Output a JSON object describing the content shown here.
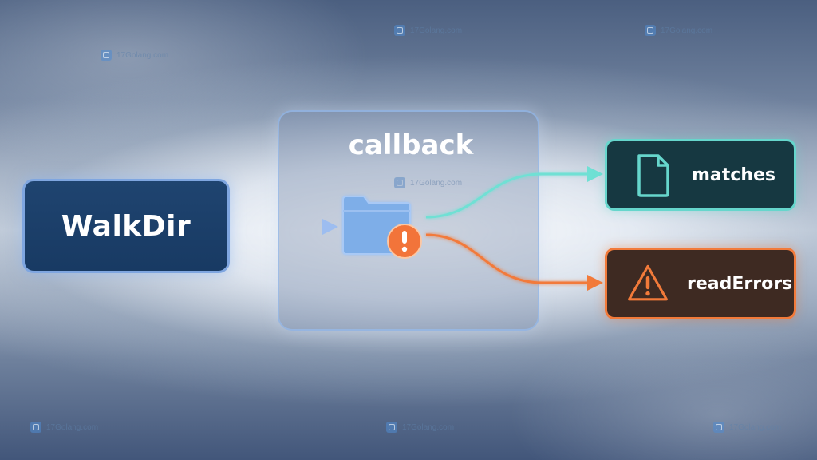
{
  "diagram": {
    "source_node": {
      "label": "WalkDir",
      "icon": "none"
    },
    "callback_group": {
      "title": "callback",
      "folder_icon": "folder-icon",
      "alert_icon": "exclamation-icon"
    },
    "outputs": [
      {
        "id": "matches",
        "label": "matches",
        "icon": "document-icon",
        "color": "#66d6cc"
      },
      {
        "id": "readErrors",
        "label": "readErrors",
        "icon": "warning-triangle-icon",
        "color": "#f27a3a"
      }
    ],
    "edges": [
      {
        "from": "WalkDir",
        "to": "callback"
      },
      {
        "from": "callback",
        "to": "matches"
      },
      {
        "from": "callback",
        "to": "readErrors"
      }
    ]
  },
  "watermark": {
    "text": "17Golang.com"
  },
  "colors": {
    "source_fill": "#1f4470",
    "source_border": "#7fa6e0",
    "callback_border": "#96b9eb",
    "folder": "#7eaee8",
    "alert": "#f2743a",
    "matches_accent": "#66d6cc",
    "errors_accent": "#f27a3a"
  }
}
